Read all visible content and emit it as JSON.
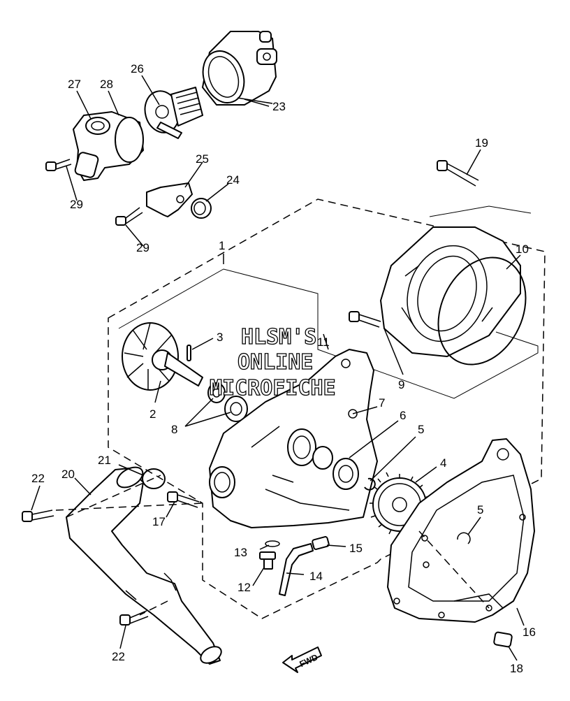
{
  "watermark": {
    "line1": "HLSM'S",
    "line2": "ONLINE",
    "line3": "MICROFICHE"
  },
  "direction_label": "FWD",
  "callouts": [
    "1",
    "2",
    "3",
    "4",
    "5",
    "5",
    "6",
    "7",
    "8",
    "9",
    "10",
    "11",
    "12",
    "13",
    "14",
    "15",
    "16",
    "17",
    "18",
    "19",
    "20",
    "21",
    "22",
    "22",
    "23",
    "24",
    "25",
    "26",
    "27",
    "28",
    "29",
    "29"
  ]
}
